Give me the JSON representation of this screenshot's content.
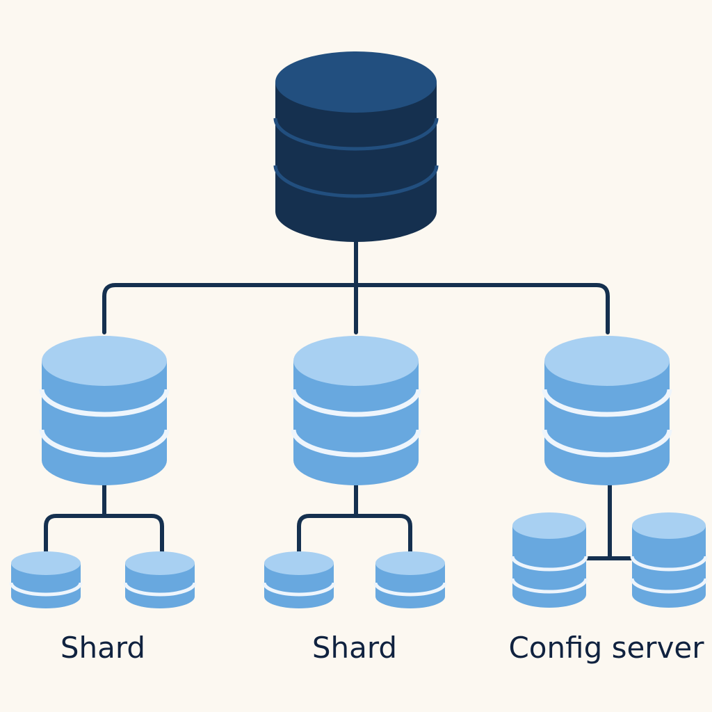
{
  "labels": {
    "shard_1": "Shard",
    "shard_2": "Shard",
    "config_server": "Config server"
  },
  "colors": {
    "background": "#fcf8f1",
    "router_body": "#15304f",
    "router_top": "#224f7f",
    "router_band": "#224f7f",
    "node_body": "#68a8df",
    "node_top": "#a8d0f2",
    "node_band": "#eef5fc",
    "connector": "#15304f",
    "label_text": "#10223f"
  },
  "icons": {
    "router": "database-cylinder-icon",
    "shard": "database-cylinder-icon",
    "replica": "database-cylinder-icon"
  }
}
